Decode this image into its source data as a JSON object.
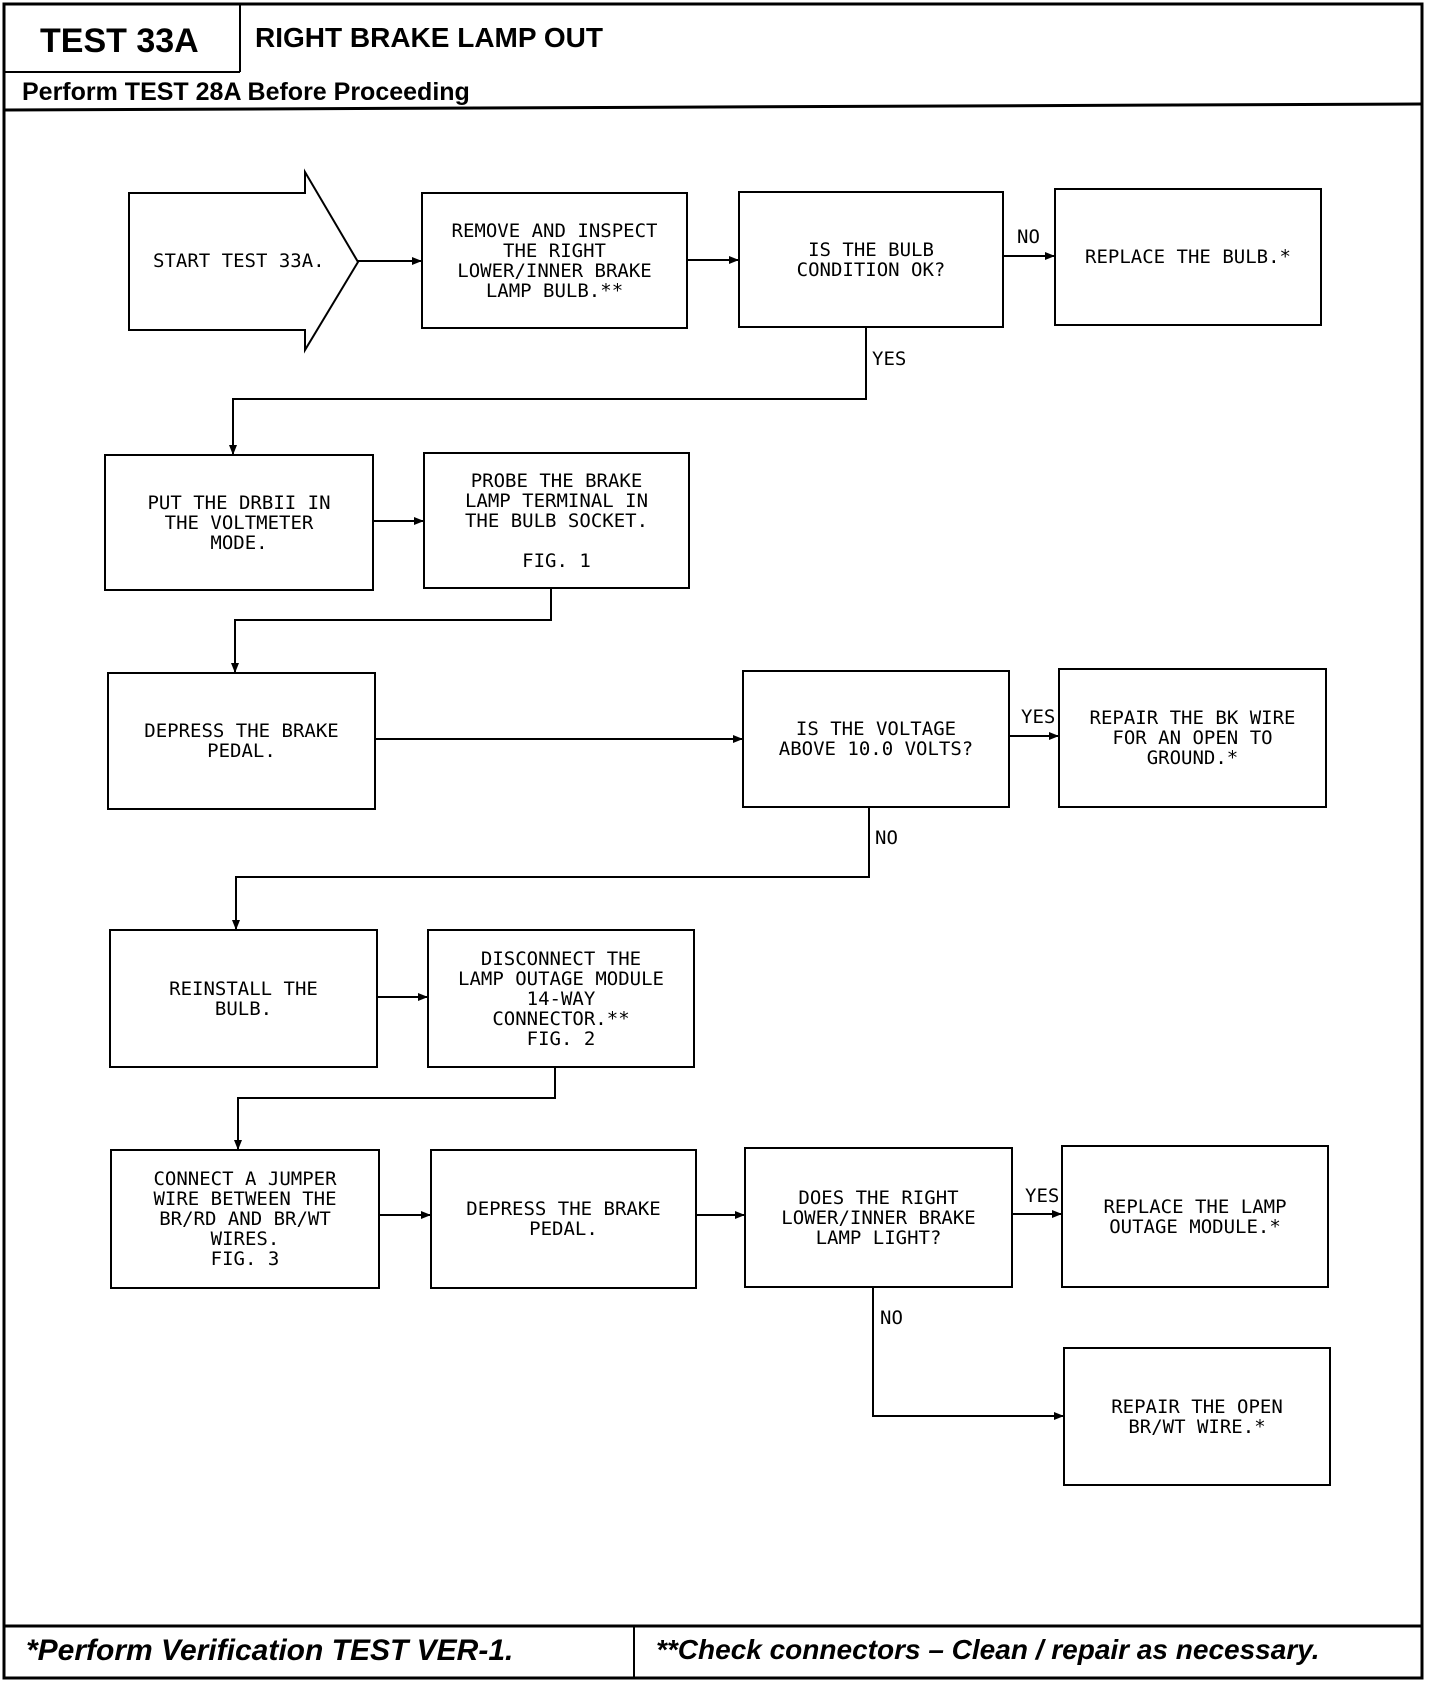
{
  "header": {
    "test_id": "TEST 33A",
    "title": "RIGHT BRAKE LAMP OUT",
    "subtitle": "Perform TEST 28A Before Proceeding"
  },
  "flowchart": {
    "start": "START TEST 33A.",
    "steps": {
      "remove_inspect": "REMOVE AND INSPECT\nTHE RIGHT\nLOWER/INNER BRAKE\nLAMP BULB.**",
      "bulb_ok_q": "IS THE BULB\nCONDITION OK?",
      "replace_bulb": "REPLACE THE BULB.*",
      "drbii_voltmeter": "PUT THE DRBII IN\nTHE VOLTMETER\nMODE.",
      "probe_terminal": "PROBE THE BRAKE\nLAMP TERMINAL IN\nTHE BULB SOCKET.\n\nFIG. 1",
      "depress_pedal_1": "DEPRESS THE BRAKE\nPEDAL.",
      "voltage_q": "IS THE VOLTAGE\nABOVE 10.0 VOLTS?",
      "repair_bk": "REPAIR THE BK WIRE\nFOR AN OPEN TO\nGROUND.*",
      "reinstall_bulb": "REINSTALL THE\nBULB.",
      "disconnect_module": "DISCONNECT THE\nLAMP OUTAGE MODULE\n14-WAY\nCONNECTOR.**\nFIG. 2",
      "connect_jumper": "CONNECT A JUMPER\nWIRE BETWEEN THE\nBR/RD AND BR/WT\nWIRES.\nFIG. 3",
      "depress_pedal_2": "DEPRESS THE BRAKE\nPEDAL.",
      "lamp_light_q": "DOES THE RIGHT\nLOWER/INNER BRAKE\nLAMP LIGHT?",
      "replace_module": "REPLACE THE LAMP\nOUTAGE MODULE.*",
      "repair_brwt": "REPAIR THE OPEN\nBR/WT WIRE.*"
    },
    "labels": {
      "no_1": "NO",
      "yes_1": "YES",
      "yes_2": "YES",
      "no_2": "NO",
      "yes_3": "YES",
      "no_3": "NO"
    }
  },
  "footer": {
    "left": "*Perform Verification TEST VER-1.",
    "right": "**Check connectors – Clean / repair as necessary."
  }
}
